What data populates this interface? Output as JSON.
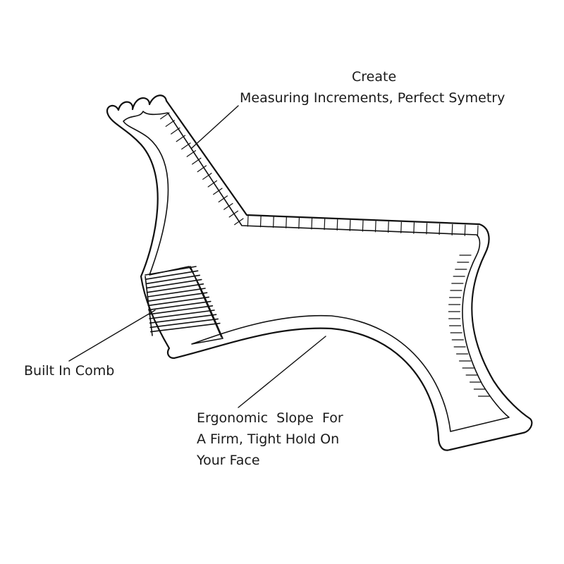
{
  "labels": {
    "create_line1": "Create",
    "create_line2": "Measuring Increments, Perfect Symetry",
    "comb": "Built In Comb",
    "ergonomic_line1": "Ergonomic  Slope  For",
    "ergonomic_line2": "A Firm, Tight Hold On",
    "ergonomic_line3": "Your Face"
  },
  "colors": {
    "outline": "#111111",
    "background": "#ffffff"
  }
}
